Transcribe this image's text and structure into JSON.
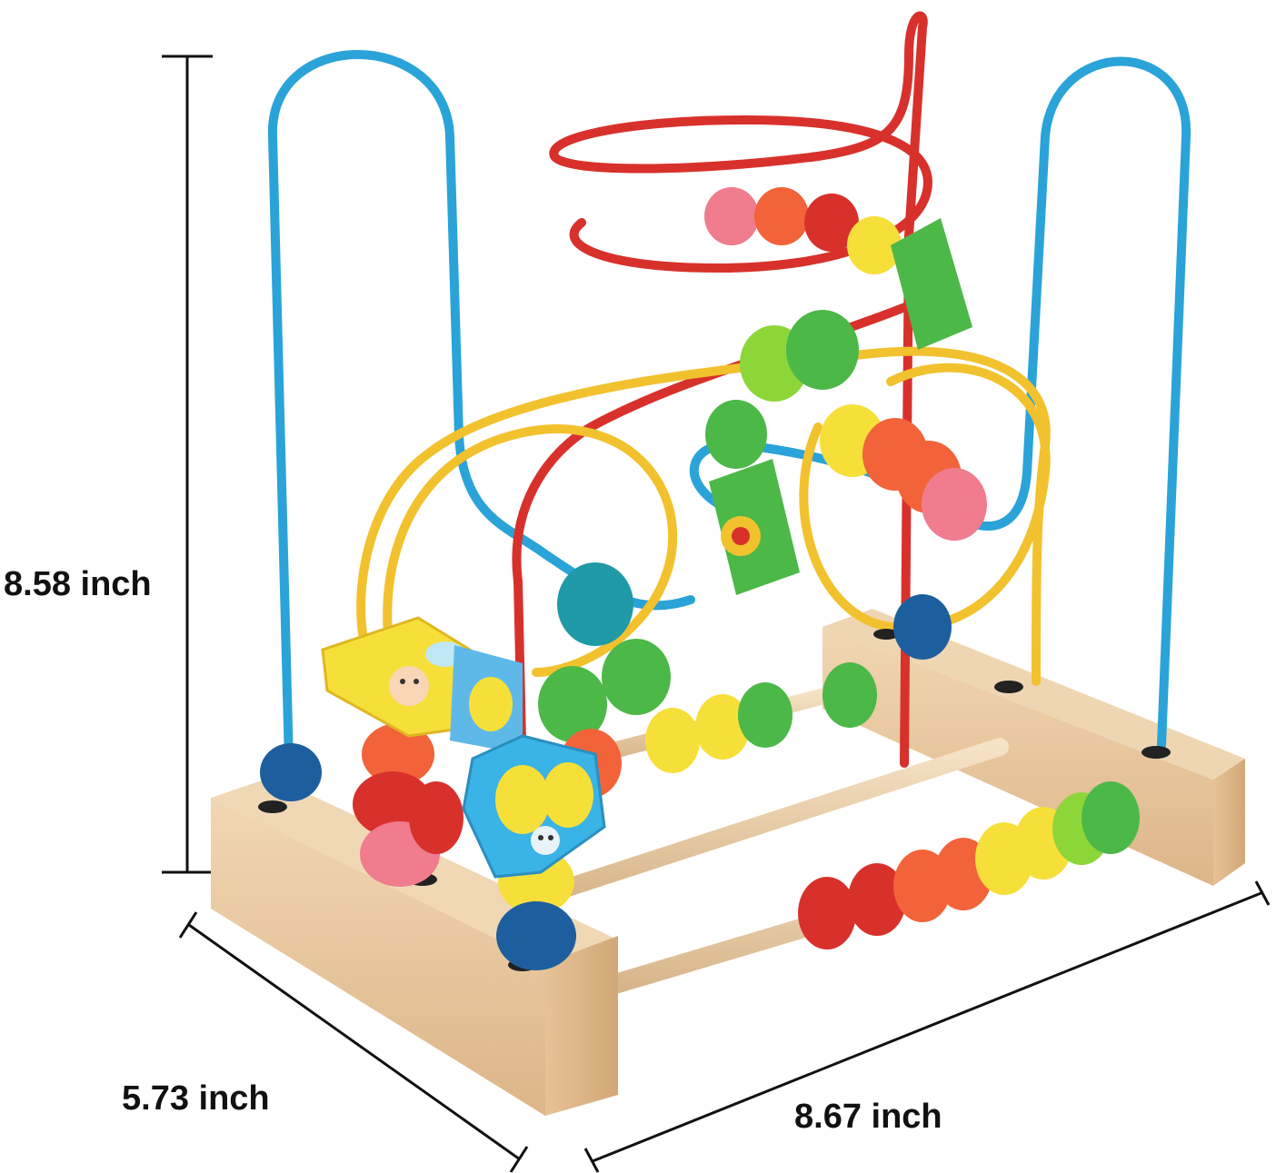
{
  "dimensions": {
    "height": "8.58 inch",
    "depth": "5.73 inch",
    "width": "8.67 inch"
  },
  "colors": {
    "wire_blue": "#2aa3d8",
    "wire_red": "#d8312c",
    "wire_yellow": "#f2c12e",
    "wood": "#e9c9a0",
    "bead_green": "#4cb848",
    "bead_orange": "#f2633a",
    "bead_pink": "#f07c8e",
    "bead_yellow": "#f7df3a",
    "bead_teal": "#1f9aa6",
    "bead_navy": "#1d5f9e"
  }
}
